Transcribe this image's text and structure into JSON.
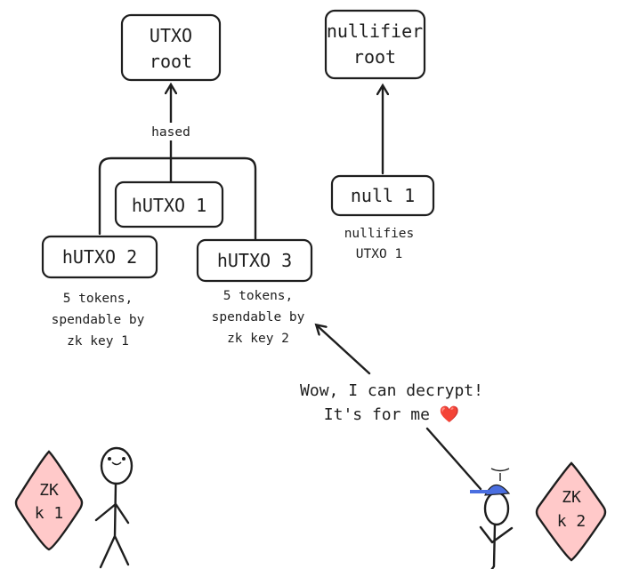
{
  "nodes": {
    "utxo_root": [
      "UTXO",
      "root"
    ],
    "nullifier_root": [
      "nullifier",
      "root"
    ],
    "hutxo1": "hUTXO 1",
    "hutxo2": "hUTXO 2",
    "hutxo3": "hUTXO 3",
    "null1": "null 1"
  },
  "labels": {
    "hashed": "hased",
    "nullifies": [
      "nullifies",
      "UTXO 1"
    ],
    "hutxo2_note": [
      "5 tokens,",
      "spendable by",
      "zk key 1"
    ],
    "hutxo3_note": [
      "5 tokens,",
      "spendable by",
      "zk key 2"
    ],
    "speech": [
      "Wow, I can decrypt!",
      "It's for me ❤️"
    ]
  },
  "keys": {
    "k1": [
      "ZK",
      "k 1"
    ],
    "k2": [
      "ZK",
      "k 2"
    ]
  },
  "colors": {
    "key_fill": "#ffc9c9",
    "hat": "#4a6ee0"
  }
}
